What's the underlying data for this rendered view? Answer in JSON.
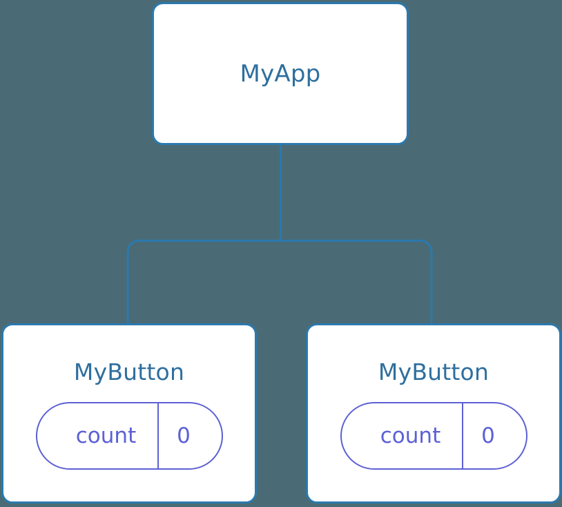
{
  "diagram": {
    "title": "",
    "background_color": "#4a6b75",
    "node_fill": "#ffffff",
    "node_border_color": "#2b79ae",
    "node_title_color": "#2e6f9e",
    "state_accent_color": "#5c60d4",
    "edge_color": "#2b79ae",
    "root": {
      "label": "MyApp"
    },
    "children": [
      {
        "label": "MyButton",
        "state": {
          "key": "count",
          "value": "0"
        }
      },
      {
        "label": "MyButton",
        "state": {
          "key": "count",
          "value": "0"
        }
      }
    ]
  }
}
